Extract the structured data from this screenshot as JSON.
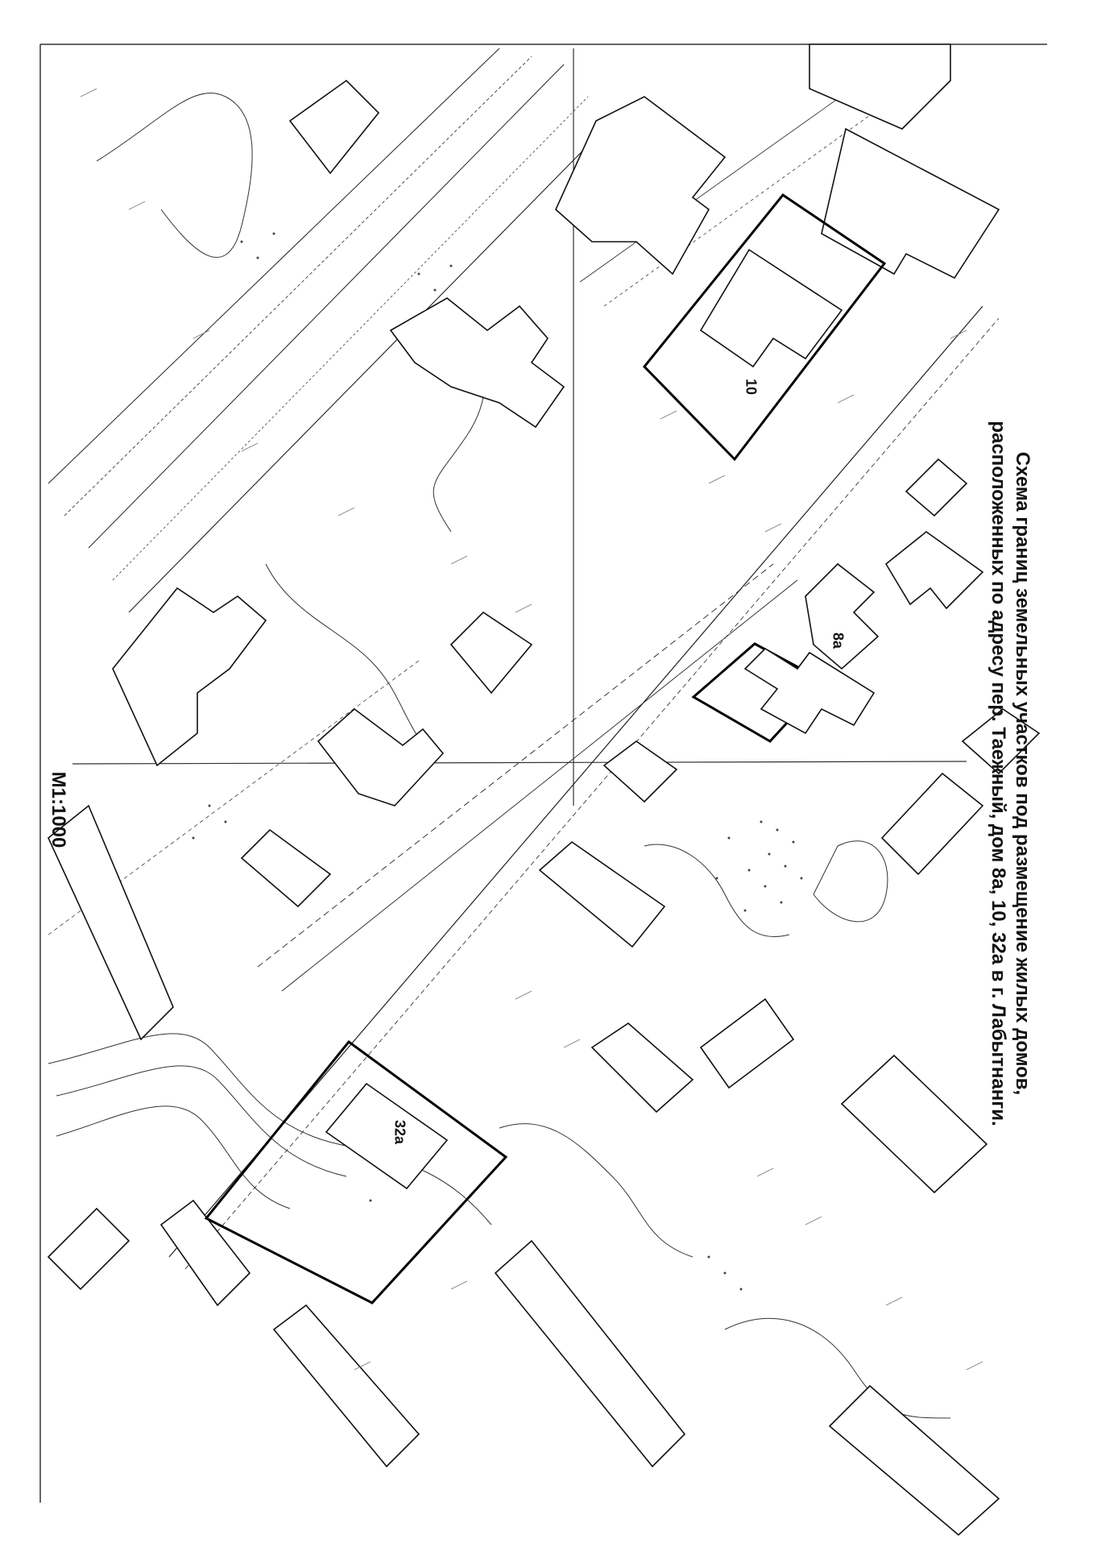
{
  "title": {
    "line1": "Схема границ земельных участков под размещение жилых домов,",
    "line2": "расположенных по адресу пер. Таежный, дом 8а, 10, 32а в г. Лабытнанги."
  },
  "scale": "М1:1000",
  "plots": [
    {
      "id": "10",
      "label": "10"
    },
    {
      "id": "8a",
      "label": "8а"
    },
    {
      "id": "32a",
      "label": "32а"
    }
  ],
  "colors": {
    "paper": "#ffffff",
    "line": "#1a1a1a",
    "faint": "#8a8a8a",
    "boundary": "#000000"
  }
}
